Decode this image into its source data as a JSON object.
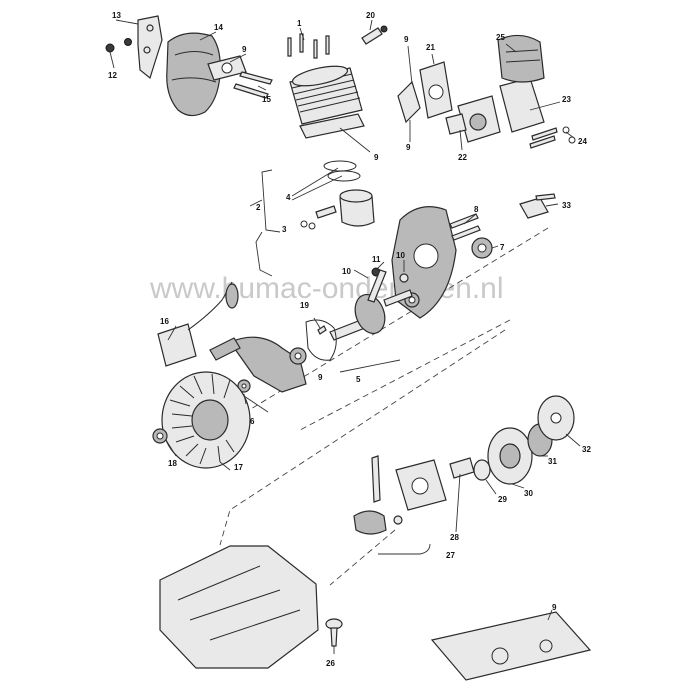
{
  "watermark": "www.bumac-onderdelen.nl",
  "callouts": {
    "c1": "1",
    "c2": "2",
    "c3": "3",
    "c4": "4",
    "c5": "5",
    "c6": "6",
    "c7": "7",
    "c8": "8",
    "c9": "9",
    "c10": "10",
    "c11": "11",
    "c12": "12",
    "c13": "13",
    "c14": "14",
    "c15": "15",
    "c16": "16",
    "c17": "17",
    "c18": "18",
    "c19": "19",
    "c20": "20",
    "c21": "21",
    "c22": "22",
    "c23": "23",
    "c24": "24",
    "c25": "25",
    "c26": "26",
    "c27": "27",
    "c28": "28",
    "c29": "29",
    "c30": "30",
    "c31": "31",
    "c32": "32",
    "c33": "33"
  }
}
